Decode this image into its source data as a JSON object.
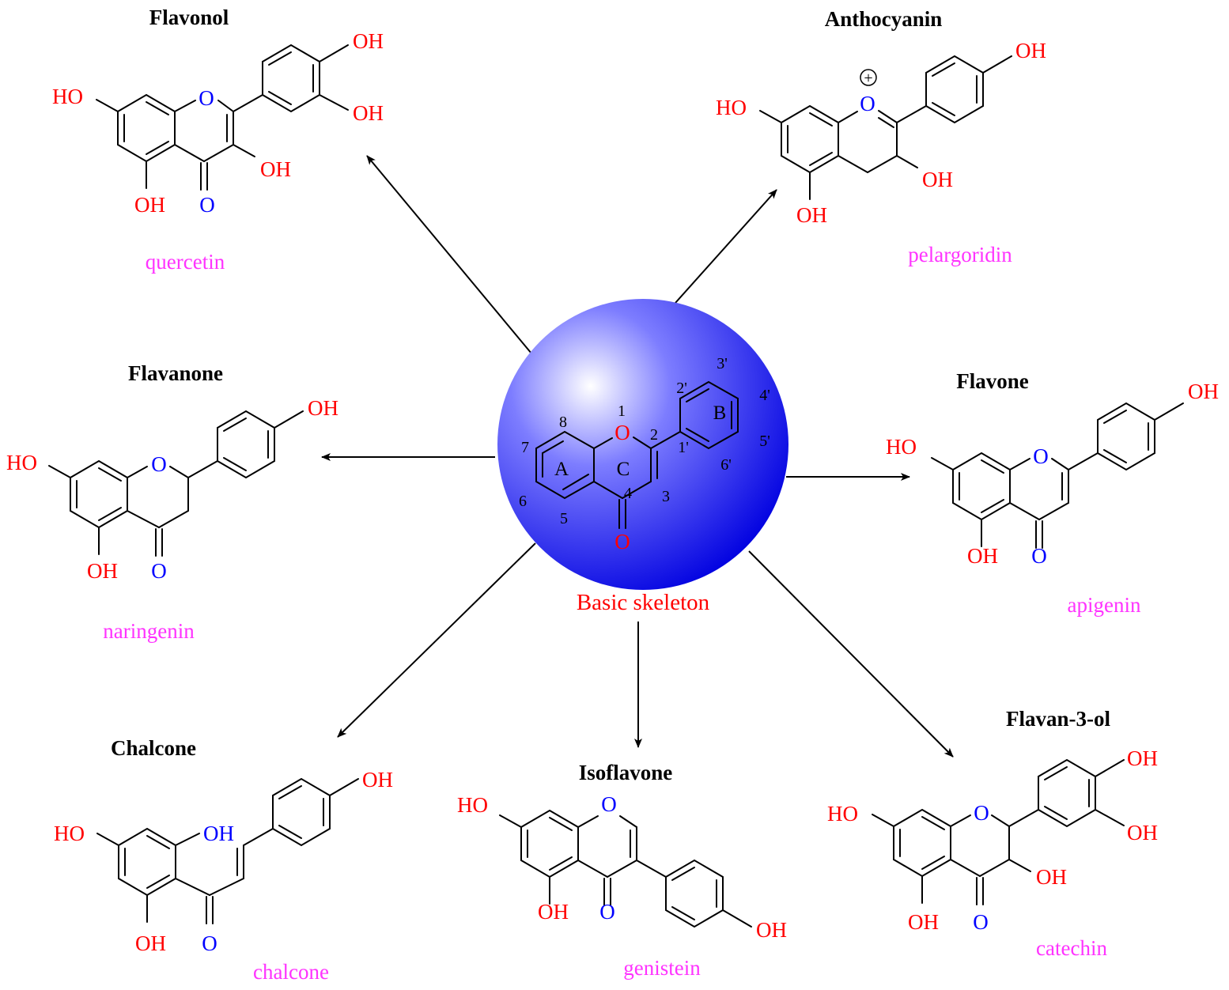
{
  "center": {
    "label": "Basic skeleton",
    "ring_labels": [
      "A",
      "C",
      "B"
    ],
    "atom_O_ring": "O",
    "atom_O_keto": "O",
    "positions": [
      "1",
      "2",
      "3",
      "4",
      "5",
      "6",
      "7",
      "8",
      "1'",
      "2'",
      "3'",
      "4'",
      "5'",
      "6'"
    ],
    "sphere_colors": {
      "highlight": "#ffffff",
      "mid": "#6c6cff",
      "edge": "#0000e6"
    }
  },
  "classes": [
    {
      "id": "flavonol",
      "title": "Flavonol",
      "compound": "quercetin"
    },
    {
      "id": "anthocyanin",
      "title": "Anthocyanin",
      "compound": "pelargoridin",
      "charge": "+"
    },
    {
      "id": "flavanone",
      "title": "Flavanone",
      "compound": "naringenin"
    },
    {
      "id": "flavone",
      "title": "Flavone",
      "compound": "apigenin"
    },
    {
      "id": "chalcone",
      "title": "Chalcone",
      "compound": "chalcone"
    },
    {
      "id": "isoflavone",
      "title": "Isoflavone",
      "compound": "genistein"
    },
    {
      "id": "flavan3ol",
      "title": "Flavan-3-ol",
      "compound": "catechin"
    }
  ],
  "atoms": {
    "hydroxyl": "OH",
    "hydroxyl_left": "HO",
    "oxygen": "O"
  },
  "colors": {
    "hydroxyl": "#ff0000",
    "ring_oxygen": "#0000ff",
    "carbonyl": "#0000ff",
    "compound_name": "#ff33ff",
    "title": "#000000"
  }
}
